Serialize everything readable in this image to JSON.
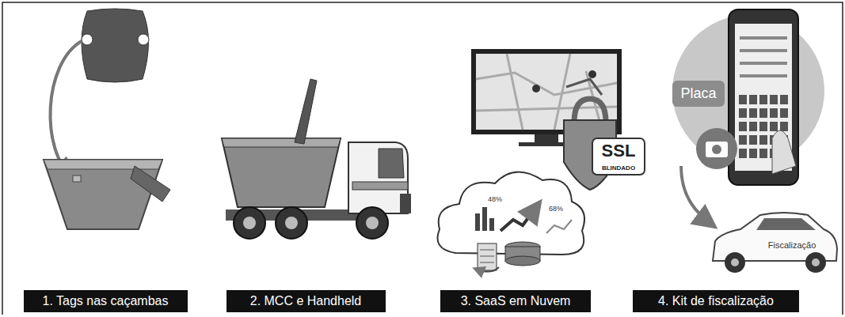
{
  "diagram": {
    "nodes": [
      {
        "text": [
          "1. Tags nas caçambas"
        ]
      },
      {
        "text": [
          "2. MCC e Handheld"
        ]
      },
      {
        "text": [
          "3. SaaS em Nuvem"
        ]
      },
      {
        "text": [
          "4. Kit de fiscalização"
        ]
      },
      {
        "text": [
          "Placa"
        ]
      }
    ],
    "labels": [
      "SSL",
      "BLINDADO",
      "48%",
      "68%",
      "Fiscalização"
    ]
  }
}
